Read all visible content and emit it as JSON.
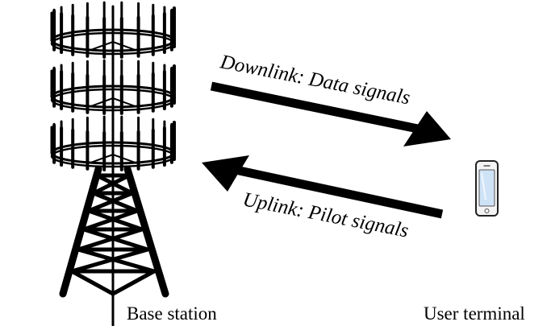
{
  "labels": {
    "downlink": "Downlink: Data signals",
    "uplink": "Uplink: Pilot signals",
    "base_station": "Base station",
    "user_terminal": "User terminal"
  },
  "nodes": {
    "base_station_icon": "antenna-tower-icon",
    "user_terminal_icon": "smartphone-icon"
  },
  "colors": {
    "ink": "#000000",
    "phone_screen": "#cfe3f7",
    "phone_body": "#f4f4f4"
  }
}
